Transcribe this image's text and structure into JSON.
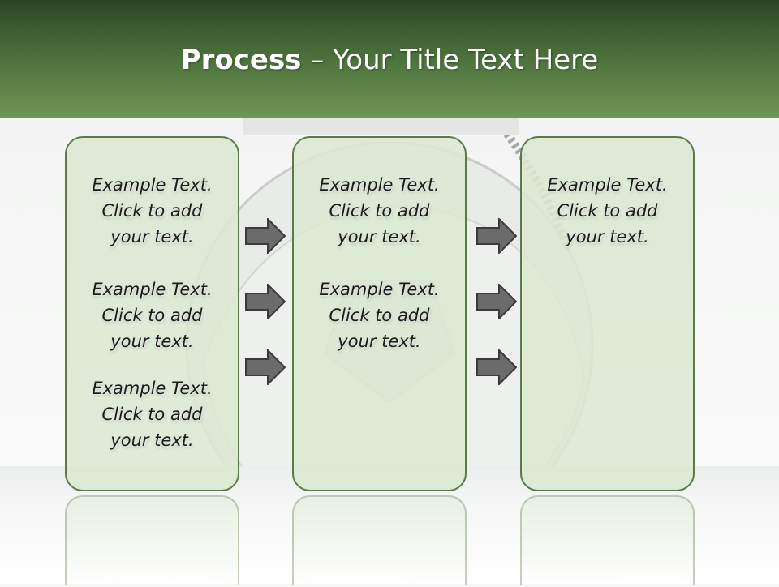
{
  "slide": {
    "title_bold": "Process",
    "title_rest": " – Your Title Text Here"
  },
  "columns": [
    {
      "blocks": [
        {
          "line1": "Example Text.",
          "line2": "Click  to add",
          "line3": "your text."
        },
        {
          "line1": "Example Text.",
          "line2": "Click  to add",
          "line3": "your text."
        },
        {
          "line1": "Example Text.",
          "line2": "Click  to add",
          "line3": "your text."
        }
      ]
    },
    {
      "blocks": [
        {
          "line1": "Example Text.",
          "line2": "Click  to add",
          "line3": "your text."
        },
        {
          "line1": "Example Text.",
          "line2": "Click  to add",
          "line3": "your text."
        }
      ]
    },
    {
      "blocks": [
        {
          "line1": "Example Text.",
          "line2": "Click  to add",
          "line3": "your text."
        }
      ]
    }
  ],
  "colors": {
    "header_dark": "#2d4526",
    "header_light": "#6f9656",
    "panel_fill": "#dbe8d0",
    "panel_border": "#5b7a48",
    "arrow_fill": "#6b6b6b"
  },
  "icons": [
    "right-arrow-icon"
  ]
}
